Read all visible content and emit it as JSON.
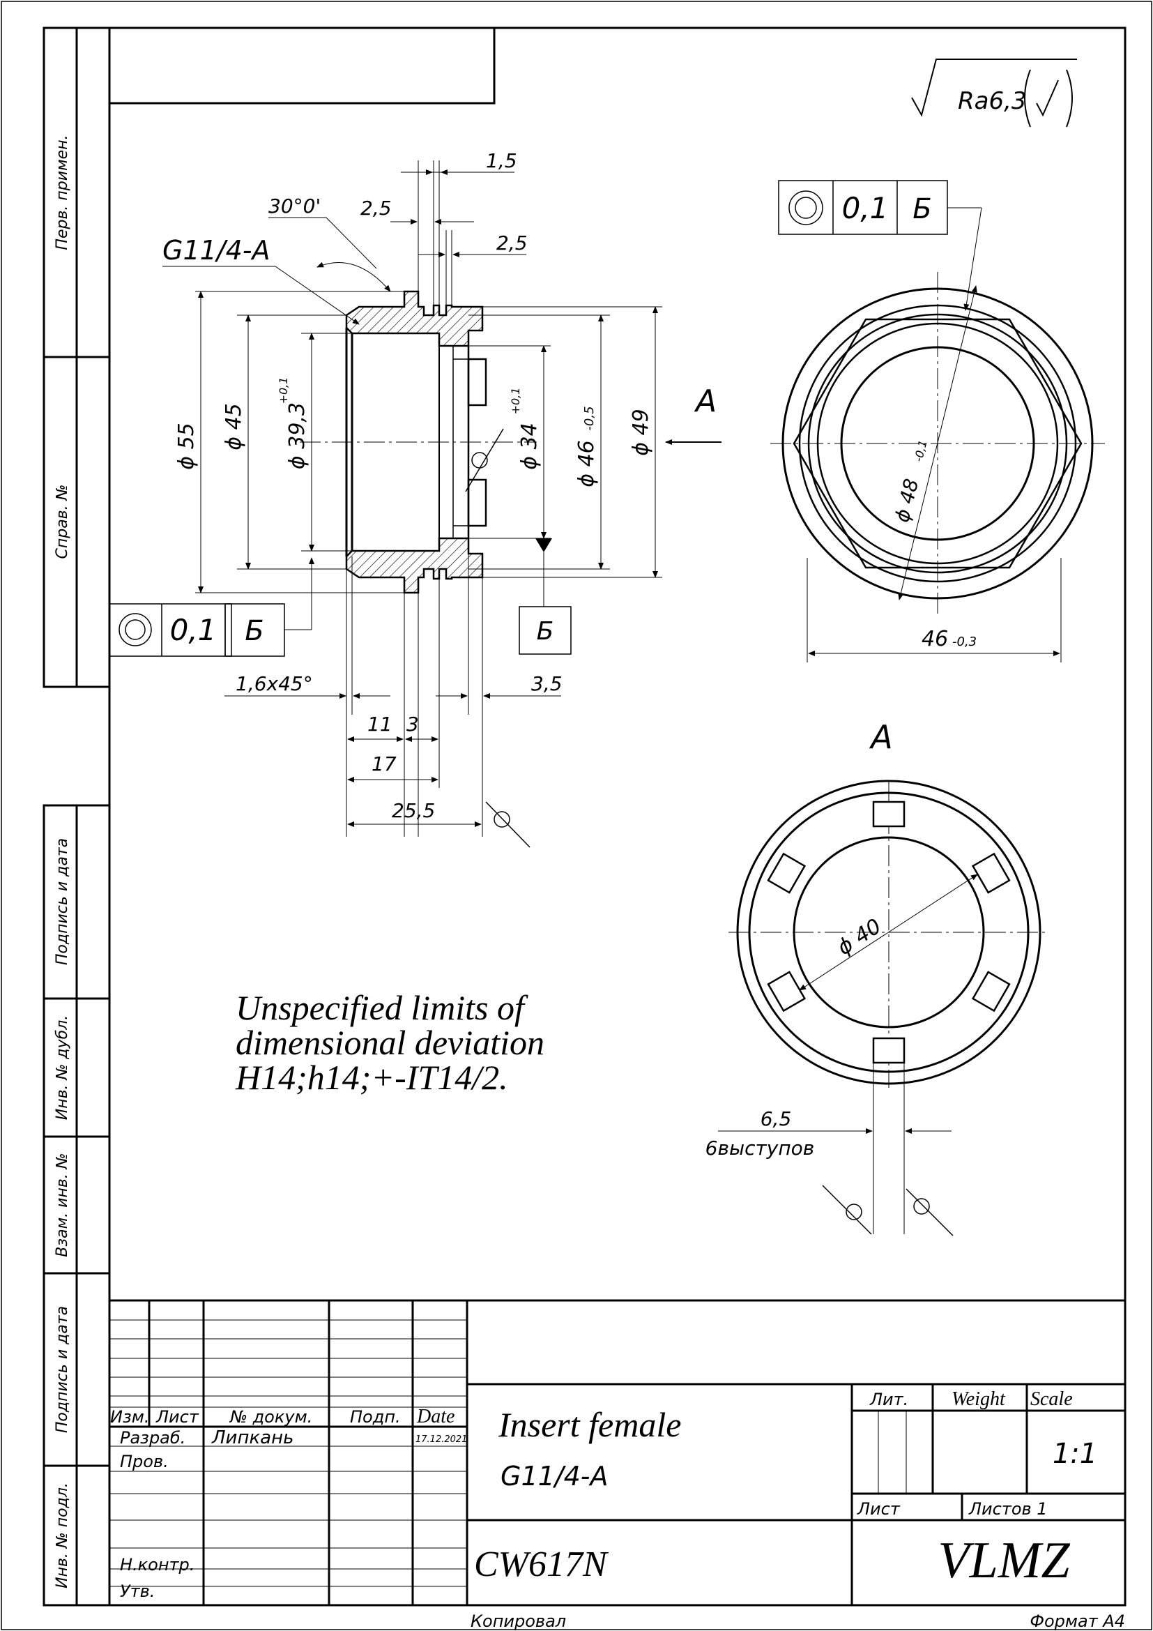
{
  "side_strip": {
    "perv_primen": "Перв. примен.",
    "sprav_no": "Справ. №",
    "podpis_data_1": "Подпись и дата",
    "inv_no_dubl": "Инв. № дубл.",
    "vzam_inv_no": "Взам. инв. №",
    "podpis_data_2": "Подпись и дата",
    "inv_no_podl": "Инв. № подл."
  },
  "roughness": {
    "value": "Ra6,3"
  },
  "section_view": {
    "thread": "G11/4-A",
    "chamfer_angle": "30°0'",
    "dim_1_5": "1,5",
    "dim_2_5a": "2,5",
    "dim_2_5b": "2,5",
    "d55": "ϕ 55",
    "d45": "ϕ 45",
    "d39": "ϕ 39,3",
    "d39_tol": "+0,1",
    "d34": "ϕ 34",
    "d34_tol": "+0,1",
    "d46": "ϕ 46",
    "d46_tol": "-0,5",
    "d49": "ϕ 49",
    "view_arrow_label": "A",
    "chamfer": "1,6x45°",
    "dim_3_5": "3,5",
    "dim_11": "11",
    "dim_3": "3",
    "dim_17": "17",
    "dim_25_5": "25,5",
    "tolerance_frame": {
      "value": "0,1",
      "datum": "Б"
    },
    "datum_label": "Б"
  },
  "end_view": {
    "tolerance_frame": {
      "value": "0,1",
      "datum": "Б"
    },
    "d48": "ϕ 48",
    "d48_tol": "-0,1",
    "across_flats": "46",
    "across_flats_tol": "-0,3"
  },
  "view_a": {
    "title": "A",
    "d40": "ϕ 40",
    "lug_width": "6,5",
    "lug_count": "6выступов"
  },
  "notes": {
    "line1": "Unspecified limits of",
    "line2": "dimensional deviation",
    "line3": "H14;h14;+-IT14/2."
  },
  "title_block": {
    "h_izm": "Изм.",
    "h_list": "Лист",
    "h_dokum": "№ докум.",
    "h_podp": "Подп.",
    "h_date": "Date",
    "razrab": "Разраб.",
    "razrab_name": "Липкань",
    "razrab_date": "17.12.2021",
    "prov": "Пров.",
    "nkontr": "Н.контр.",
    "utv": "Утв.",
    "part_name": "Insert female",
    "part_thread": "G11/4-A",
    "lit": "Лит.",
    "weight": "Weight",
    "scale": "Scale",
    "scale_value": "1:1",
    "list": "Лист",
    "listov": "Листов 1",
    "material": "CW617N",
    "company": "VLMZ"
  },
  "footer": {
    "copied": "Копировал",
    "format": "Формат A4"
  }
}
